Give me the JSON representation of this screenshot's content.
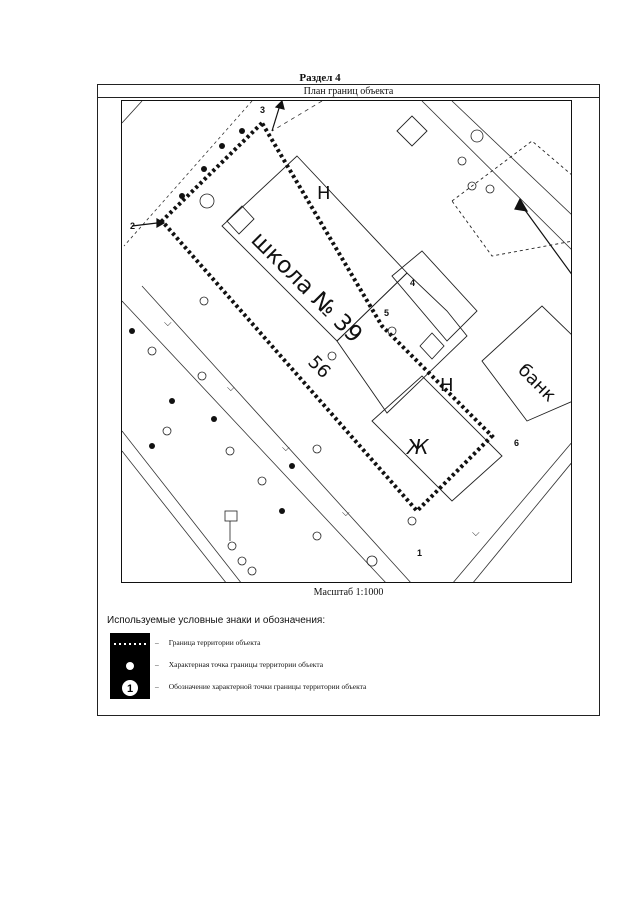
{
  "header": {
    "section": "Раздел 4",
    "plan_title": "План границ объекта"
  },
  "map": {
    "labels": {
      "school": "школа № 39",
      "number_56": "56",
      "n_upper": "Н",
      "n_lower": "Н",
      "zh": "Ж",
      "bank": "банк"
    },
    "points": [
      "1",
      "2",
      "3",
      "4",
      "5",
      "6"
    ],
    "colors": {
      "boundary": "#111111",
      "background": "#ffffff"
    }
  },
  "scale": "Масштаб 1:1000",
  "legend": {
    "title": "Используемые условные знаки и обозначения:",
    "items": [
      {
        "symbol": "boundary-dots-icon",
        "label": "Граница территории объекта"
      },
      {
        "symbol": "point-dot-icon",
        "label": "Характерная точка границы территории объекта"
      },
      {
        "symbol": "point-number-icon",
        "label": "Обозначение характерной точки границы территории объекта",
        "number": "1"
      }
    ]
  }
}
